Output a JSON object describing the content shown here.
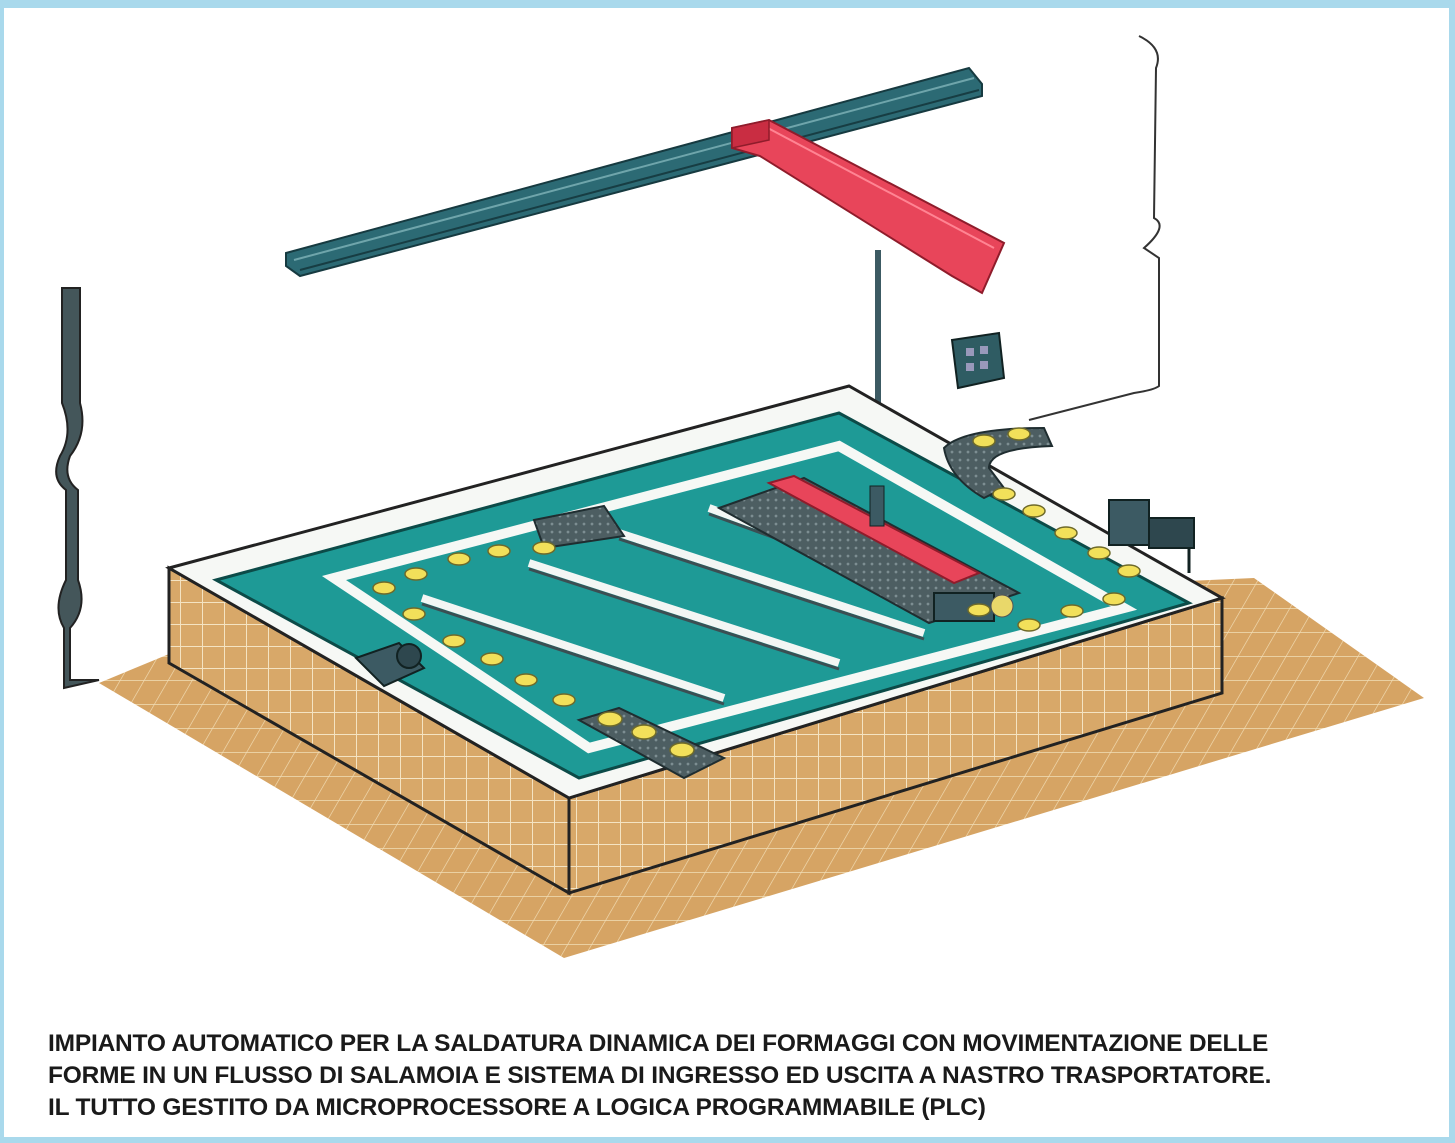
{
  "caption": {
    "lines": [
      "IMPIANTO AUTOMATICO PER LA SALDATURA DINAMICA DEI FORMAGGI CON MOVIMENTAZIONE DELLE",
      "FORME IN UN FLUSSO DI SALAMOIA E SISTEMA DI INGRESSO ED USCITA  A NASTRO TRASPORTATORE.",
      "IL TUTTO GESTITO DA MICROPROCESSORE A LOGICA PROGRAMMABILE (PLC)"
    ]
  },
  "colors": {
    "frame": "#a9d9ec",
    "brine": "#1e9a96",
    "rail": "#2c6a74",
    "crane": "#e8455a",
    "tiles": "#d8a869",
    "cheese": "#f2e05a",
    "machinery": "#3c5a63"
  }
}
